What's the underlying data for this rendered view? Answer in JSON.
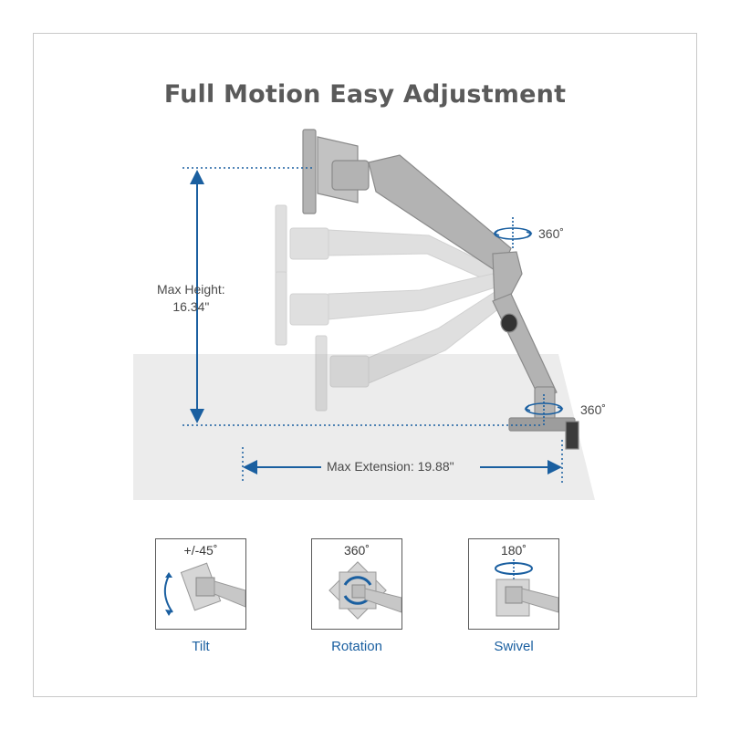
{
  "title": "Full Motion Easy Adjustment",
  "colors": {
    "accent": "#1a5fa0",
    "arm": "#a9a9a9",
    "desk": "#ececec",
    "text": "#5a5a5a"
  },
  "annotations": {
    "max_height_line1": "Max Height:",
    "max_height_line2": "16.34\"",
    "max_extension": "Max Extension: 19.88\"",
    "upper_rotation": "360˚",
    "lower_rotation": "360˚"
  },
  "features": [
    {
      "degree": "+/-45˚",
      "name": "Tilt",
      "icon": "tilt-icon"
    },
    {
      "degree": "360˚",
      "name": "Rotation",
      "icon": "rotation-icon"
    },
    {
      "degree": "180˚",
      "name": "Swivel",
      "icon": "swivel-icon"
    }
  ]
}
